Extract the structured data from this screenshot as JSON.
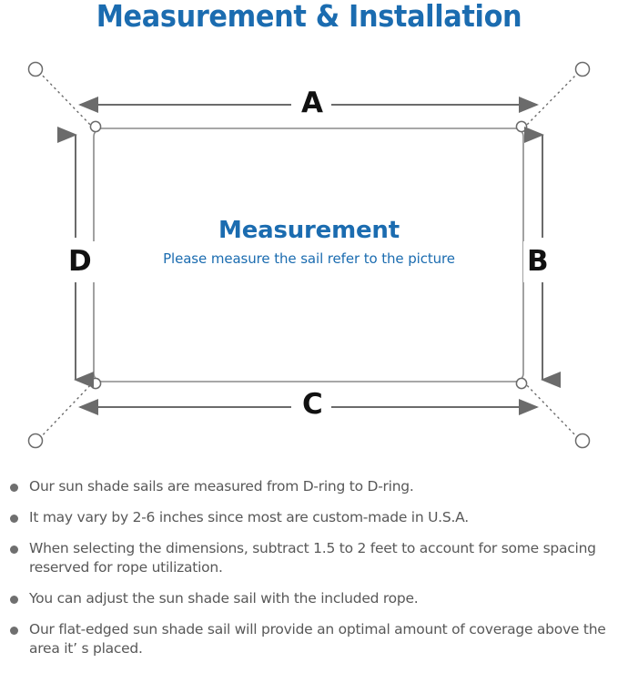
{
  "page": {
    "title": "Measurement & Installation",
    "title_color": "#1b6cb0"
  },
  "diagram": {
    "center_heading": "Measurement",
    "center_subtext": "Please measure the sail refer to the picture",
    "dimension_labels": {
      "top": "A",
      "right": "B",
      "bottom": "C",
      "left": "D"
    },
    "colors": {
      "accent_blue": "#1b6cb0",
      "line_gray": "#6b6b6b",
      "sail_outline": "#8a8a8a",
      "text_gray": "#585858"
    },
    "icons": {
      "anchor_point": "anchor-circle-icon",
      "d_ring": "d-ring-icon",
      "rope": "dotted-rope-line",
      "dimension_arrow": "double-arrow-icon"
    }
  },
  "notes": [
    "Our sun shade sails are measured from D-ring to D-ring.",
    "It may vary by 2-6 inches since most are custom-made in U.S.A.",
    "When selecting the dimensions, subtract 1.5 to 2 feet to account for some spacing reserved for rope utilization.",
    "You can adjust the sun shade sail with the included rope.",
    "Our flat-edged sun shade sail will provide an optimal amount of coverage above the area it’ s placed.",
    ""
  ]
}
